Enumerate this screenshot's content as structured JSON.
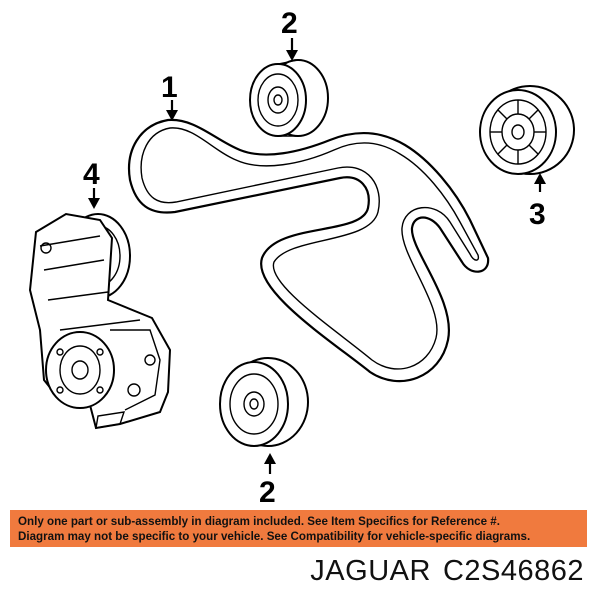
{
  "callouts": {
    "belt": "1",
    "idler_top": "2",
    "idler_right": "3",
    "tensioner": "4",
    "idler_bottom": "2"
  },
  "disclaimer": {
    "line1": "Only one part or sub-assembly in diagram included. See Item Specifics for Reference #.",
    "line2": "Diagram may not be specific to your vehicle. See Compatibility for vehicle-specific diagrams."
  },
  "part": {
    "brand": "JAGUAR",
    "number": "C2S46862"
  },
  "colors": {
    "banner": "#f07a3e",
    "ink": "#000000"
  }
}
